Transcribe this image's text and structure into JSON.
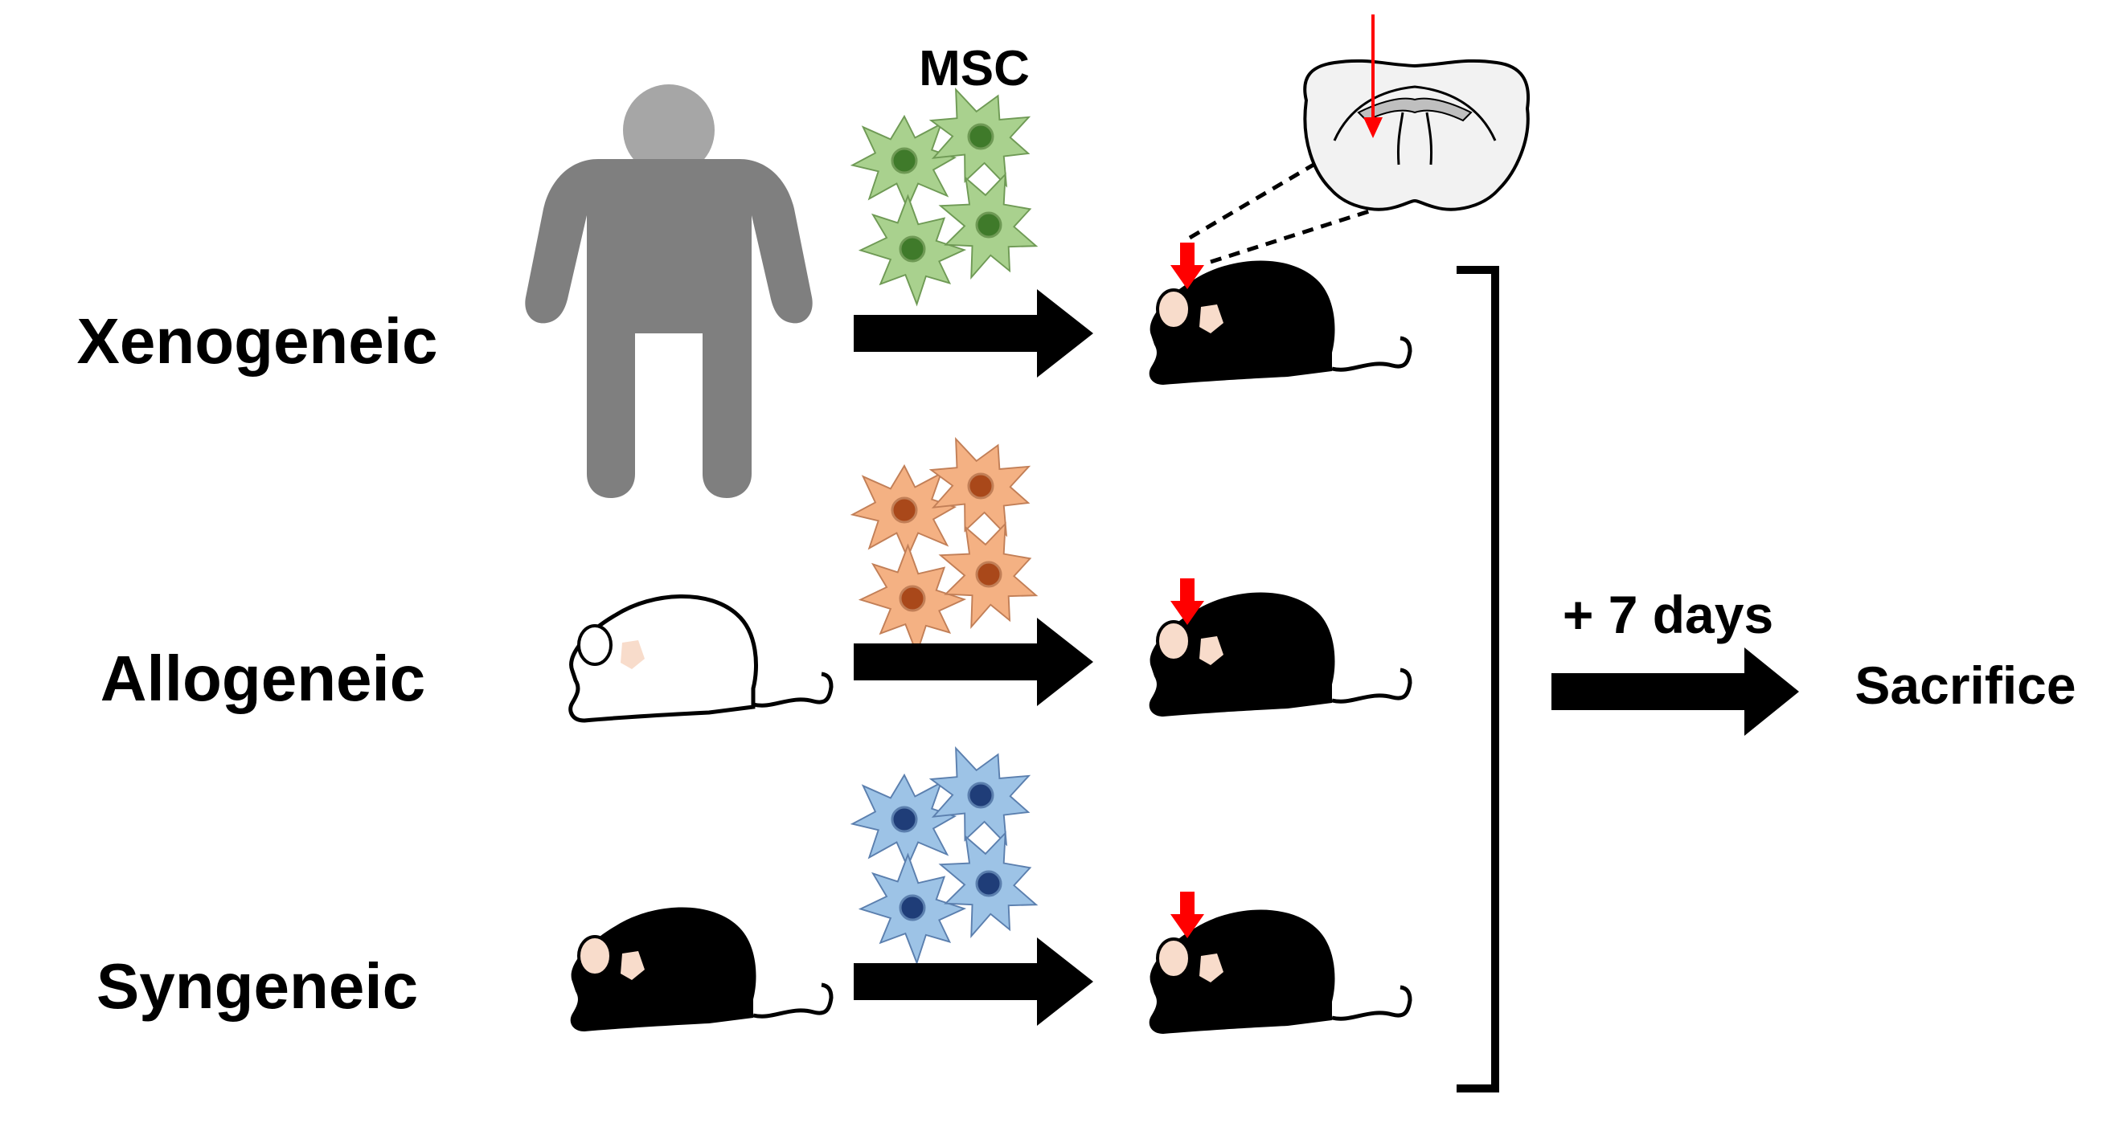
{
  "header": {
    "cells_label": "MSC"
  },
  "rows": [
    {
      "label": "Xenogeneic",
      "donor": "human-icon",
      "cell_color": "#a9d18e",
      "cell_outline": "#6f9a55",
      "nucleus_color": "#3f7a2a"
    },
    {
      "label": "Allogeneic",
      "donor": "white-mouse-icon",
      "cell_color": "#f4b183",
      "cell_outline": "#c27f57",
      "nucleus_color": "#a9481a"
    },
    {
      "label": "Syngeneic",
      "donor": "black-mouse-icon",
      "cell_color": "#9dc3e6",
      "cell_outline": "#5b7fae",
      "nucleus_color": "#1f3d78"
    }
  ],
  "timeline": {
    "interval": "+ 7 days",
    "endpoint": "Sacrifice"
  },
  "colors": {
    "injection_arrow": "#ff0000",
    "human": "#7f7f7f",
    "mouse_ear": "#f8dccb",
    "brain_fill": "#f2f2f2"
  },
  "icons": [
    "human-icon",
    "white-mouse-icon",
    "black-mouse-icon",
    "mouse-recipient-icon",
    "injection-arrow-icon",
    "brain-section-icon",
    "msc-cells-icon",
    "right-arrow-icon",
    "bracket-icon"
  ]
}
